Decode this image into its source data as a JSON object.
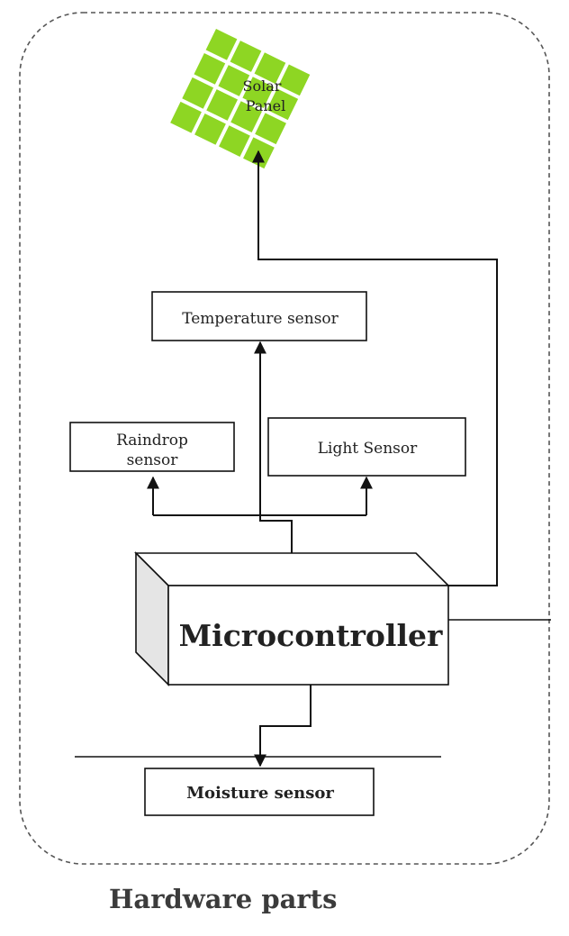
{
  "caption": "Hardware parts",
  "components": {
    "solar_panel": {
      "line1": "Solar",
      "line2": "Panel",
      "color": "#8ed623"
    },
    "temperature_sensor": {
      "label": "Temperature sensor"
    },
    "raindrop_sensor": {
      "line1": "Raindrop",
      "line2": "sensor"
    },
    "light_sensor": {
      "label": "Light Sensor"
    },
    "microcontroller": {
      "label": "Microcontroller"
    },
    "moisture_sensor": {
      "label": "Moisture sensor"
    }
  },
  "colors": {
    "line": "#111111",
    "boundary": "#555555",
    "cube_side": "#e5e5e5",
    "panel_cell": "#8ed623"
  }
}
